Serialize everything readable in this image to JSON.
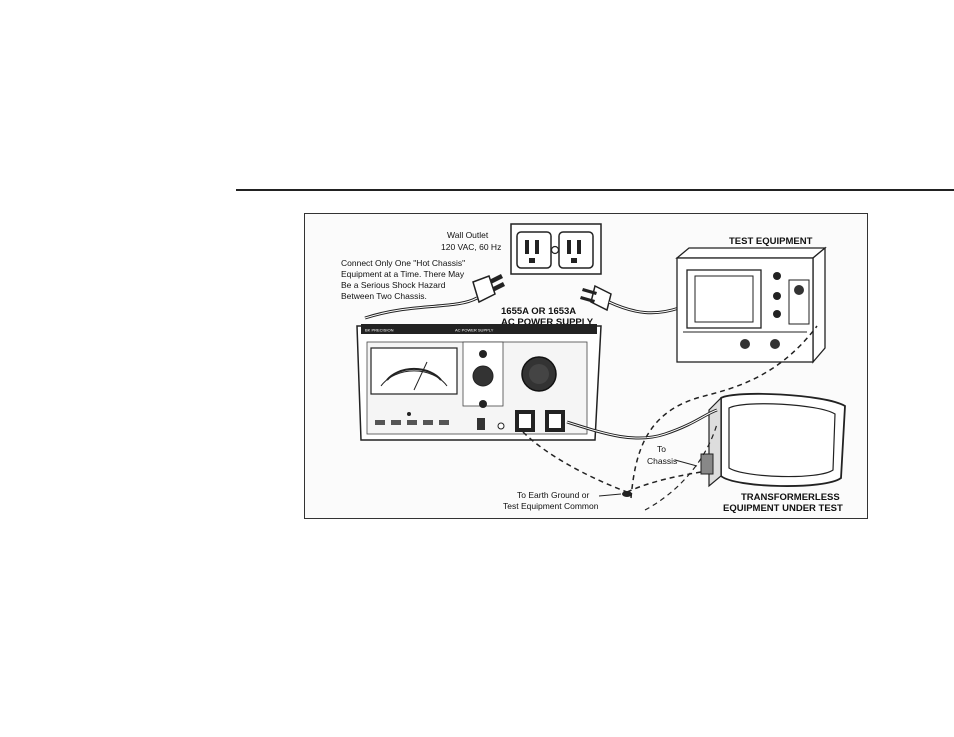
{
  "figure": {
    "wall_outlet": [
      "Wall Outlet",
      "120 VAC, 60 Hz"
    ],
    "warning": [
      "Connect Only One \"Hot Chassis\"",
      "Equipment at a Time. There May",
      "Be a Serious Shock Hazard",
      "Between Two Chassis."
    ],
    "supply_label": [
      "1655A OR 1653A",
      "AC POWER SUPPLY"
    ],
    "test_equipment": "TEST EQUIPMENT",
    "to_chassis": [
      "To",
      "Chassis"
    ],
    "earth_ground": [
      "To Earth Ground or",
      "Test Equipment Common"
    ],
    "eut": [
      "TRANSFORMERLESS",
      "EQUIPMENT UNDER TEST"
    ],
    "panel_brand": "BK PRECISION",
    "panel_title": "AC POWER SUPPLY"
  }
}
